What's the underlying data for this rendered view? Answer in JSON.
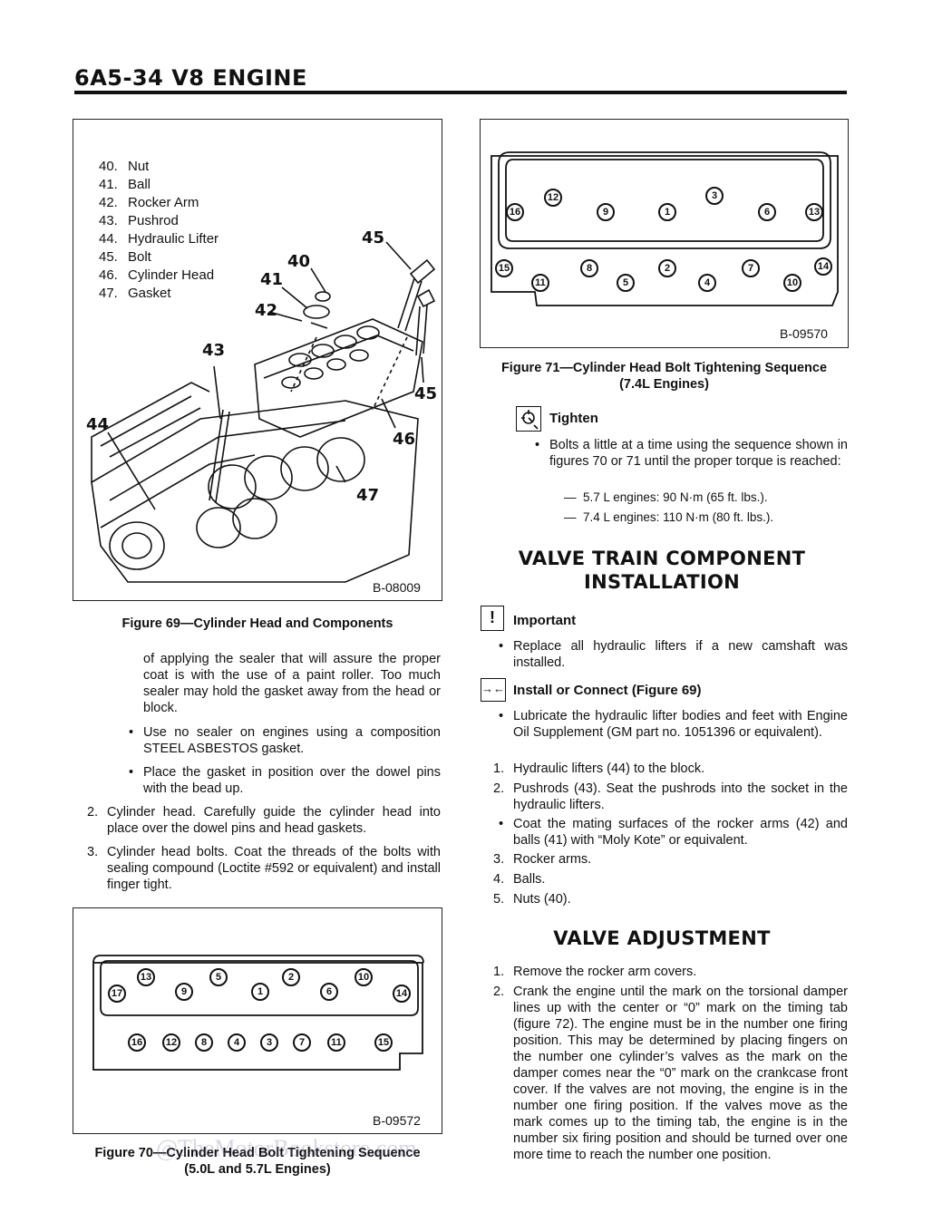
{
  "header": {
    "title": "6A5-34  V8 ENGINE"
  },
  "fig69": {
    "parts": [
      {
        "num": "40.",
        "name": "Nut"
      },
      {
        "num": "41.",
        "name": "Ball"
      },
      {
        "num": "42.",
        "name": "Rocker Arm"
      },
      {
        "num": "43.",
        "name": "Pushrod"
      },
      {
        "num": "44.",
        "name": "Hydraulic Lifter"
      },
      {
        "num": "45.",
        "name": "Bolt"
      },
      {
        "num": "46.",
        "name": "Cylinder Head"
      },
      {
        "num": "47.",
        "name": "Gasket"
      }
    ],
    "callouts": [
      "40",
      "41",
      "42",
      "43",
      "44",
      "45",
      "45",
      "46",
      "47"
    ],
    "code": "B-08009",
    "caption": "Figure 69—Cylinder Head and Components"
  },
  "left": {
    "para": "of applying the sealer that will assure the proper coat is with the use of a paint roller. Too much sealer may hold the gasket away from the head or block.",
    "bullet1": "Use no sealer on engines using a composition STEEL ASBESTOS gasket.",
    "bullet2": "Place the gasket in position over the dowel pins with the bead up.",
    "step2_num": "2.",
    "step2": "Cylinder head. Carefully guide the cylinder head into place over the dowel pins and head gaskets.",
    "step3_num": "3.",
    "step3": "Cylinder head bolts. Coat the threads of the bolts with sealing compound (Loctite #592 or equivalent) and install finger tight."
  },
  "fig70": {
    "top_row": [
      "17",
      "13",
      "9",
      "5",
      "1",
      "2",
      "6",
      "10",
      "14"
    ],
    "bottom_row": [
      "16",
      "12",
      "8",
      "4",
      "3",
      "7",
      "11",
      "15"
    ],
    "code": "B-09572",
    "caption_l1": "Figure 70—Cylinder Head Bolt Tightening Sequence",
    "caption_l2": "(5.0L and 5.7L Engines)"
  },
  "watermark": "@TheMotorBookstore.com",
  "fig71": {
    "top_row": [
      "16",
      "12",
      "9",
      "1",
      "3",
      "6",
      "13"
    ],
    "bottom_row": [
      "15",
      "11",
      "8",
      "5",
      "2",
      "4",
      "7",
      "10",
      "14"
    ],
    "code": "B-09570",
    "caption_l1": "Figure 71—Cylinder Head Bolt Tightening Sequence",
    "caption_l2": "(7.4L Engines)"
  },
  "tighten": {
    "heading": "Tighten",
    "bullet": "Bolts a little at a time using the sequence shown in figures 70 or 71 until the proper torque is reached:",
    "dash1": "5.7 L engines: 90 N·m (65 ft. lbs.).",
    "dash2": "7.4 L engines: 110 N·m (80 ft. lbs.)."
  },
  "valve_train": {
    "title_l1": "VALVE TRAIN COMPONENT",
    "title_l2": "INSTALLATION",
    "important_heading": "Important",
    "important_bullet": "Replace all hydraulic lifters if a new camshaft was installed.",
    "install_heading": "Install or Connect (Figure 69)",
    "install_bullet": "Lubricate the hydraulic lifter bodies and feet with Engine Oil Supplement (GM part no. 1051396 or equivalent).",
    "step1": "Hydraulic lifters (44) to the block.",
    "step2": "Pushrods (43). Seat the pushrods into the socket in the hydraulic lifters.",
    "coat_bullet": "Coat the mating surfaces of the rocker arms (42) and balls (41) with “Moly Kote” or equivalent.",
    "step3": "Rocker arms.",
    "step4": "Balls.",
    "step5": "Nuts (40).",
    "nums": [
      "1.",
      "2.",
      "3.",
      "4.",
      "5."
    ]
  },
  "valve_adjust": {
    "title": "VALVE ADJUSTMENT",
    "step1": "Remove the rocker arm covers.",
    "step2": "Crank the engine until the mark on the torsional damper lines up with the center or “0” mark on the timing tab (figure 72). The engine must be in the number one firing position. This may be determined by placing fingers on the number one cylinder’s valves as the mark on the damper comes near the “0” mark on the crankcase front cover. If the valves are not moving, the engine is in the number one firing position. If the valves move as the mark comes up to the timing tab, the engine is in the number six firing position and should be turned over one more time to reach the number one position.",
    "nums": [
      "1.",
      "2."
    ]
  }
}
